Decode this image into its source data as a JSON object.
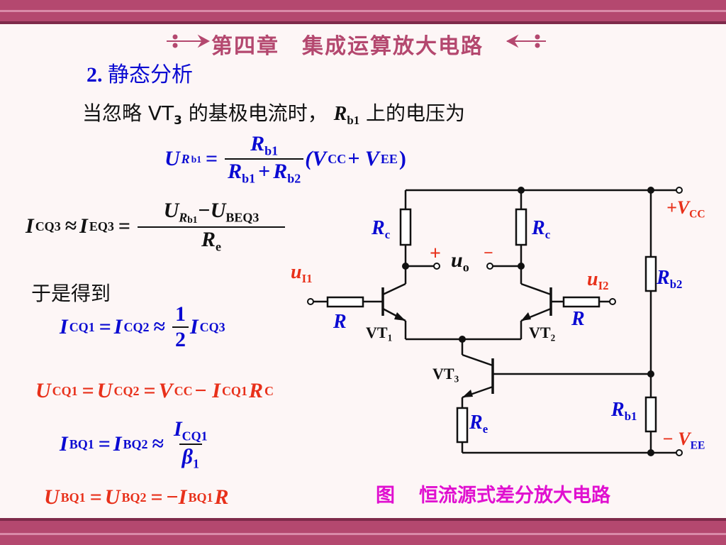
{
  "header": {
    "title": "第四章　集成运算放大电路"
  },
  "section": {
    "number": "2.",
    "title": "静态分析"
  },
  "intro": {
    "text_a": "当忽略 VT",
    "sub_a": "3",
    "text_b": " 的基极电流时，",
    "var": "R",
    "sub_var": "b1",
    "text_c": " 上的电压为"
  },
  "so": {
    "text": "于是得到"
  },
  "eq1": {
    "lhs": "U",
    "lhs_sub": "R",
    "lhs_sub2": "b1",
    "num": "R",
    "num_sub": "b1",
    "den1": "R",
    "den1_sub": "b1",
    "den2": "R",
    "den2_sub": "b2",
    "paren": "(V",
    "vcc_sub": "CC",
    "plus": "+ V",
    "vee_sub": "EE",
    "close": ")"
  },
  "eq2": {
    "lhs1": "I",
    "lhs1_sub": "CQ3",
    "approx": "≈",
    "lhs2": "I",
    "lhs2_sub": "EQ3",
    "num1": "U",
    "num1_sub": "R",
    "num1_sub2": "b1",
    "num2": "−U",
    "num2_sub": "BEQ3",
    "den": "R",
    "den_sub": "e"
  },
  "eq3": {
    "a": "I",
    "a_sub": "CQ1",
    "b": "I",
    "b_sub": "CQ2",
    "num": "1",
    "den": "2",
    "c": "I",
    "c_sub": "CQ3"
  },
  "eq4": {
    "a": "U",
    "a_sub": "CQ1",
    "b": "U",
    "b_sub": "CQ2",
    "c": "V",
    "c_sub": "CC",
    "d": "− I",
    "d_sub": "CQ1",
    "e": "R",
    "e_sub": "C"
  },
  "eq5": {
    "a": "I",
    "a_sub": "BQ1",
    "b": "I",
    "b_sub": "BQ2",
    "num": "I",
    "num_sub": "CQ1",
    "den": "β",
    "den_sub": "1"
  },
  "eq6": {
    "a": "U",
    "a_sub": "BQ1",
    "b": "U",
    "b_sub": "BQ2",
    "c": "−I",
    "c_sub": "BQ1",
    "d": "R"
  },
  "circuit": {
    "rc_left": "R",
    "rc_left_sub": "c",
    "rc_right": "R",
    "rc_right_sub": "c",
    "plus": "+",
    "uo": "u",
    "uo_sub": "o",
    "minus": "−",
    "ui1": "u",
    "ui1_sub": "I1",
    "ui2": "u",
    "ui2_sub": "I2",
    "r_left": "R",
    "r_right": "R",
    "vt1": "VT",
    "vt1_sub": "1",
    "vt2": "VT",
    "vt2_sub": "2",
    "vt3": "VT",
    "vt3_sub": "3",
    "re": "R",
    "re_sub": "e",
    "rb1": "R",
    "rb1_sub": "b1",
    "rb2": "R",
    "rb2_sub": "b2",
    "vcc": "+V",
    "vcc_sub": "CC",
    "vee": "− V",
    "vee_sub": "EE"
  },
  "caption": {
    "fig": "图",
    "text": "恒流源式差分放大电路"
  },
  "colors": {
    "band": "#b4486f",
    "blue": "#0a0ad2",
    "red": "#e8301a",
    "magenta": "#e010d0"
  }
}
